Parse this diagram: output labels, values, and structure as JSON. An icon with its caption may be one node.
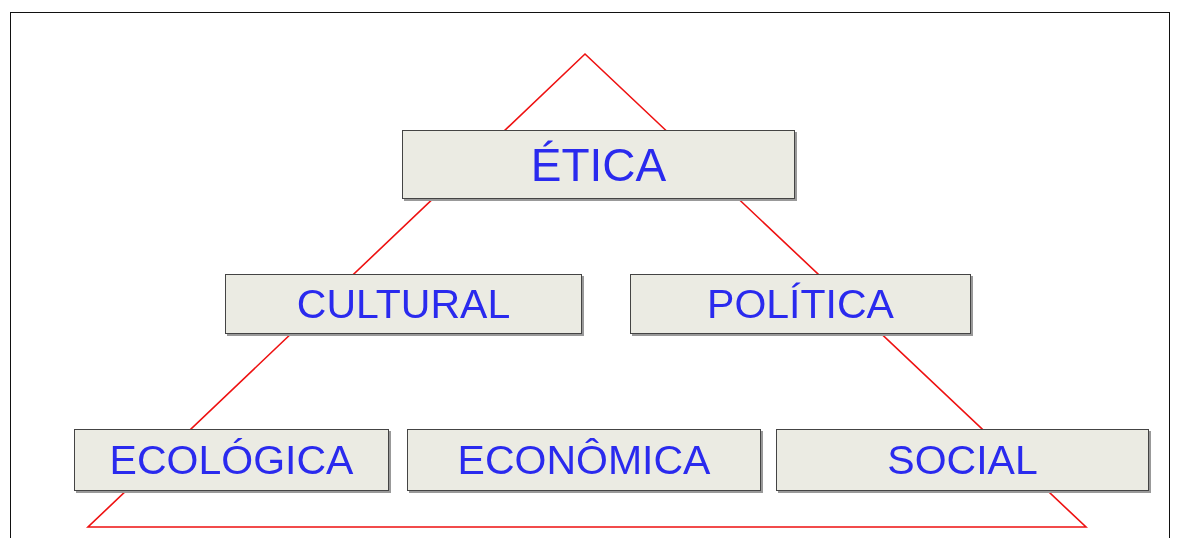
{
  "diagram": {
    "nodes": [
      {
        "text": [
          "ÉTICA"
        ]
      },
      {
        "text": [
          "CULTURAL"
        ]
      },
      {
        "text": [
          "POLÍTICA"
        ]
      },
      {
        "text": [
          "ECOLÓGICA"
        ]
      },
      {
        "text": [
          "ECONÔMICA"
        ]
      },
      {
        "text": [
          "SOCIAL"
        ]
      }
    ]
  }
}
